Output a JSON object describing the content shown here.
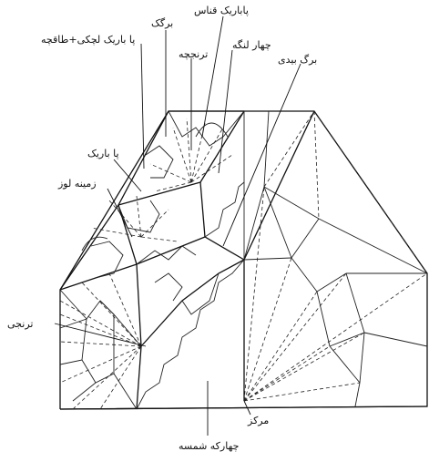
{
  "labels": {
    "pa_barik_lachaki_taqcheh": "پا باریک لچکی+طاقچه",
    "bargak": "برگک",
    "pa_barik_qanas": "پاباریک قناس",
    "toranjcheh": "ترنجچه",
    "chahar_langeh": "چهار لنگه",
    "barg_bidi": "برگ بیدی",
    "pa_barik": "پا باریک",
    "zamineh_lowz": "زمینه لوز",
    "toranji": "ترنجی",
    "markaz": "مرکز",
    "chahar_sheshleh": "چهارکه شمسه"
  },
  "colors": {
    "ink": "#111111",
    "background": "#ffffff"
  }
}
